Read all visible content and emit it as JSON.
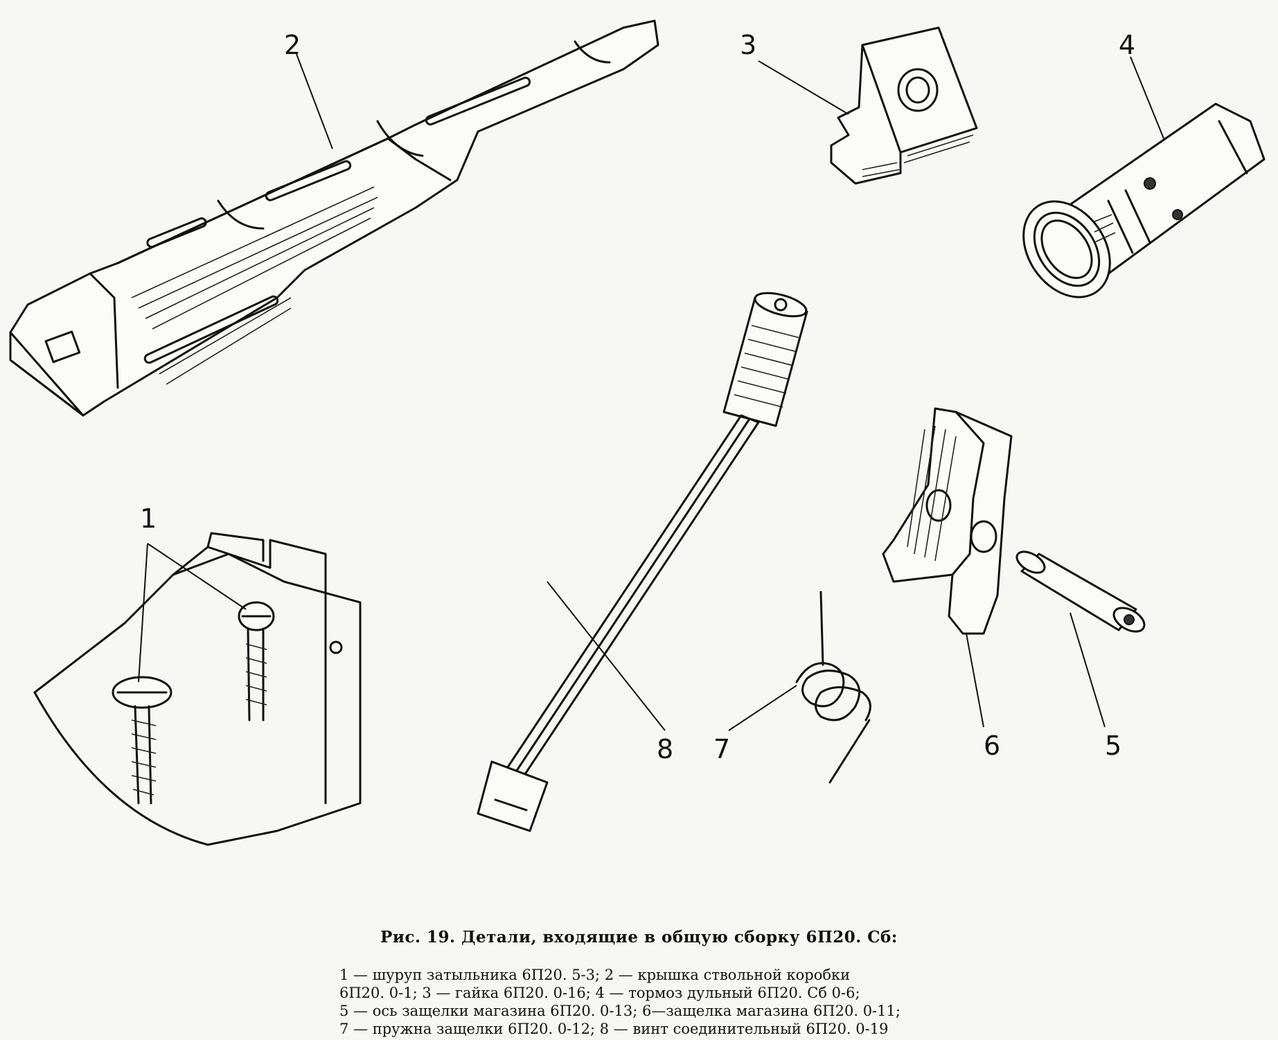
{
  "callouts": [
    {
      "id": "1",
      "label": "1"
    },
    {
      "id": "2",
      "label": "2"
    },
    {
      "id": "3",
      "label": "3"
    },
    {
      "id": "4",
      "label": "4"
    },
    {
      "id": "5",
      "label": "5"
    },
    {
      "id": "6",
      "label": "6"
    },
    {
      "id": "7",
      "label": "7"
    },
    {
      "id": "8",
      "label": "8"
    }
  ],
  "caption": {
    "title": "Рис. 19. Детали, входящие в общую сборку 6П20. Сб:",
    "lines": [
      "1 — шуруп затыльника 6П20. 5-3;  2 — крышка ствольной коробки",
      "6П20. 0-1; 3 — гайка 6П20. 0-16; 4 — тормоз дульный 6П20. Сб 0-6;",
      "5 — ось защелки магазина 6П20. 0-13; 6—защелка магазина 6П20. 0-11;",
      "7 — пружна защелки 6П20. 0-12; 8 — винт соединительный 6П20. 0-19"
    ]
  }
}
